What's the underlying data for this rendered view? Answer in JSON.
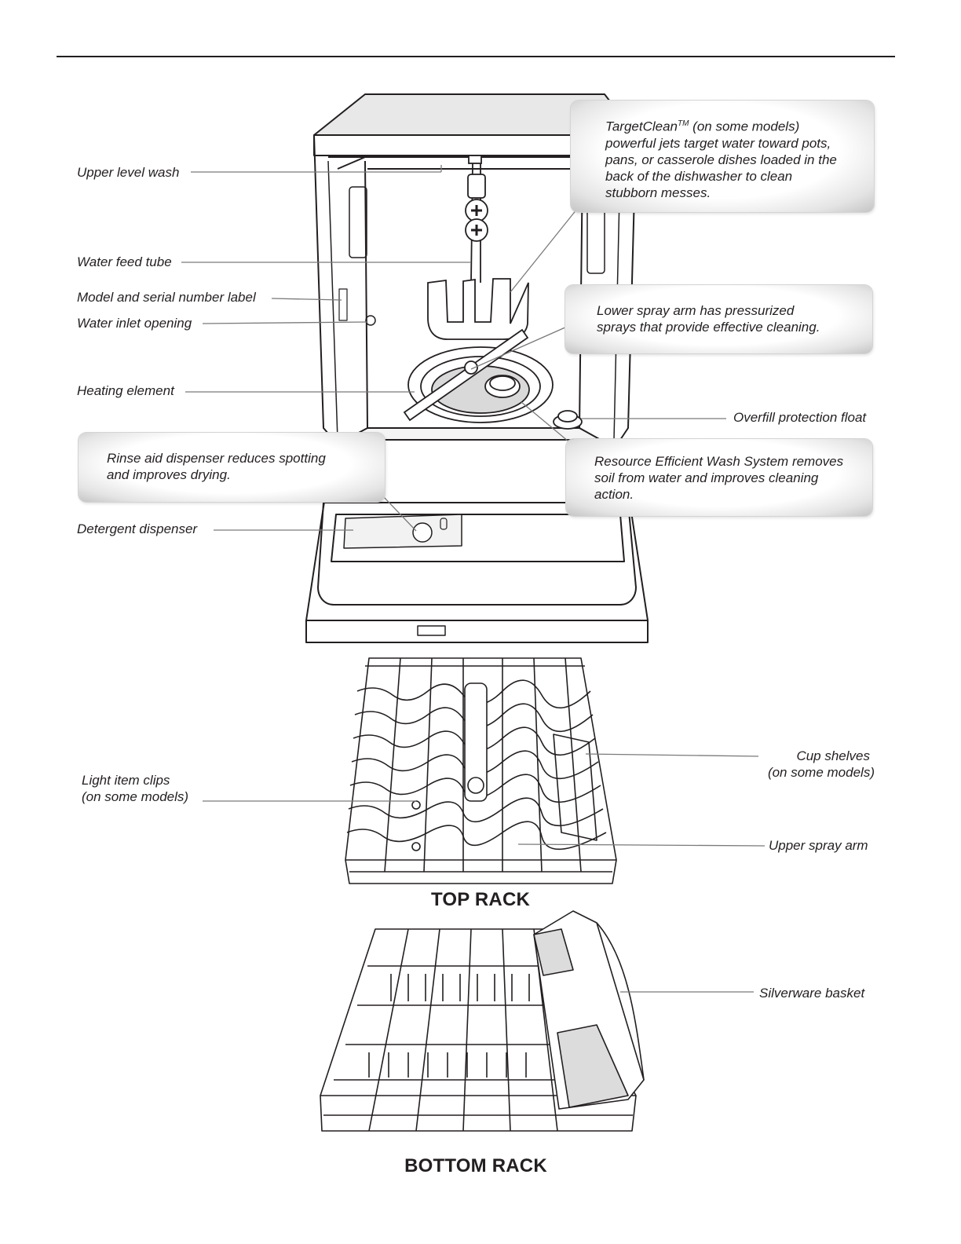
{
  "labels": {
    "upper_level_wash": "Upper level wash",
    "water_feed_tube": "Water feed tube",
    "model_serial_label": "Model and serial number label",
    "water_inlet_opening": "Water inlet opening",
    "heating_element": "Heating element",
    "detergent_dispenser": "Detergent dispenser",
    "overfill_float": "Overfill protection float",
    "light_item_clips_1": "Light item clips",
    "light_item_clips_2": "(on some models)",
    "cup_shelves_1": "Cup shelves",
    "cup_shelves_2": "(on some models)",
    "upper_spray_arm": "Upper spray arm",
    "silverware_basket": "Silverware basket"
  },
  "callouts": {
    "targetclean": {
      "brand": "TargetClean",
      "tm": "TM",
      "line1_rest": " (on some models)",
      "line2": "powerful jets target water toward pots,",
      "line3": "pans, or casserole dishes loaded in the",
      "line4": "back of the dishwasher to clean",
      "line5": "stubborn messes."
    },
    "lower_spray_arm": {
      "line1": "Lower spray arm has pressurized",
      "line2": "sprays that provide effective cleaning."
    },
    "rinse_aid": {
      "line1": "Rinse aid dispenser reduces spotting",
      "line2": "and improves drying."
    },
    "resource_efficient": {
      "line1": "Resource Efficient Wash System removes",
      "line2": "soil from water and improves cleaning",
      "line3": "action."
    }
  },
  "rack_titles": {
    "top": "TOP RACK",
    "bottom": "BOTTOM RACK"
  }
}
